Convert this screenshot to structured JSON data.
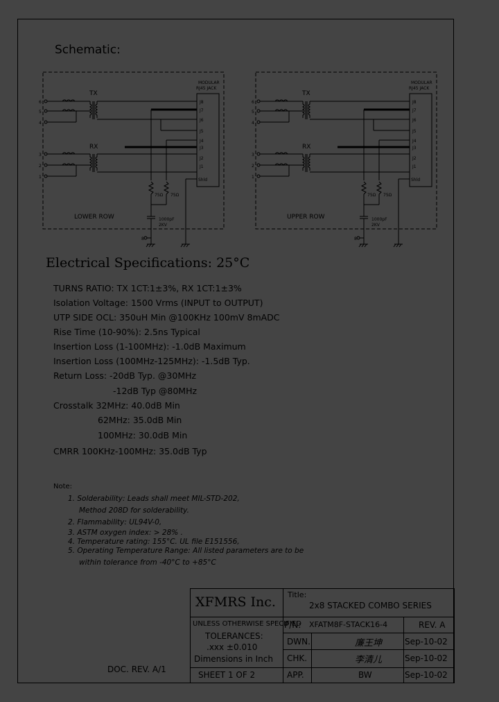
{
  "schematic": {
    "title": "Schematic:",
    "jack_label_1": "MODULAR",
    "jack_label_2": "RJ45 JACK",
    "tx_label": "TX",
    "rx_label": "RX",
    "jack_pins": [
      "J8",
      "J7",
      "J6",
      "J5",
      "J4",
      "J3",
      "J2",
      "J1",
      "Shld"
    ],
    "left_pins": [
      "6",
      "5",
      "4",
      "3",
      "2",
      "1"
    ],
    "resistor_1": "75Ω",
    "resistor_2": "75Ω",
    "cap_1": "1000pF",
    "cap_2": "2KV",
    "gnd_pin": "8",
    "lower_label": "LOWER ROW",
    "upper_label": "UPPER ROW"
  },
  "specs": {
    "title": "Electrical Specifications: 25°C",
    "lines": [
      "TURNS RATIO: TX 1CT:1±3%, RX 1CT:1±3%",
      "Isolation Voltage:  1500 Vrms (INPUT to OUTPUT)",
      "UTP SIDE OCL: 350uH Min @100KHz 100mV 8mADC",
      "Rise Time (10-90%): 2.5ns Typical",
      "Insertion Loss (1-100MHz): -1.0dB Maximum",
      "Insertion Loss (100MHz-125MHz): -1.5dB Typ.",
      "Return Loss: -20dB Typ. @30MHz",
      "-12dB Typ @80MHz",
      "Crosstalk 32MHz: 40.0dB Min",
      "62MHz: 35.0dB Min",
      "100MHz: 30.0dB Min",
      "CMRR 100KHz-100MHz: 35.0dB Typ"
    ]
  },
  "notes": {
    "heading": "Note:",
    "items": [
      "1. Solderability: Leads shall meet MIL-STD-202,",
      "Method 208D for solderability.",
      "2. Flammability: UL94V-0,",
      "3. ASTM oxygen index: > 28% .",
      "4. Temperature rating: 155°C. UL file E151556,",
      "5. Operating Temperature Range: All listed parameters are to be",
      "within tolerance from -40°C to +85°C"
    ]
  },
  "title_block": {
    "company": "XFMRS Inc.",
    "title_label": "Title:",
    "title": "2x8 STACKED COMBO SERIES",
    "unless": "UNLESS OTHERWISE SPECIFIED",
    "tolerances": "TOLERANCES:",
    "tolerance_value": ".xxx ±0.010",
    "dimensions": "Dimensions in Inch",
    "sheet": "SHEET  1  OF  2",
    "pn_label": "P/N:",
    "pn": "XFATM8F-STACK16-4",
    "rev": "REV. A",
    "dwn_label": "DWN.",
    "dwn_name": "廉王坤",
    "dwn_date": "Sep-10-02",
    "chk_label": "CHK.",
    "chk_name": "李清儿",
    "chk_date": "Sep-10-02",
    "app_label": "APP.",
    "app_name": "BW",
    "app_date": "Sep-10-02"
  },
  "doc_rev": "DOC. REV. A/1"
}
